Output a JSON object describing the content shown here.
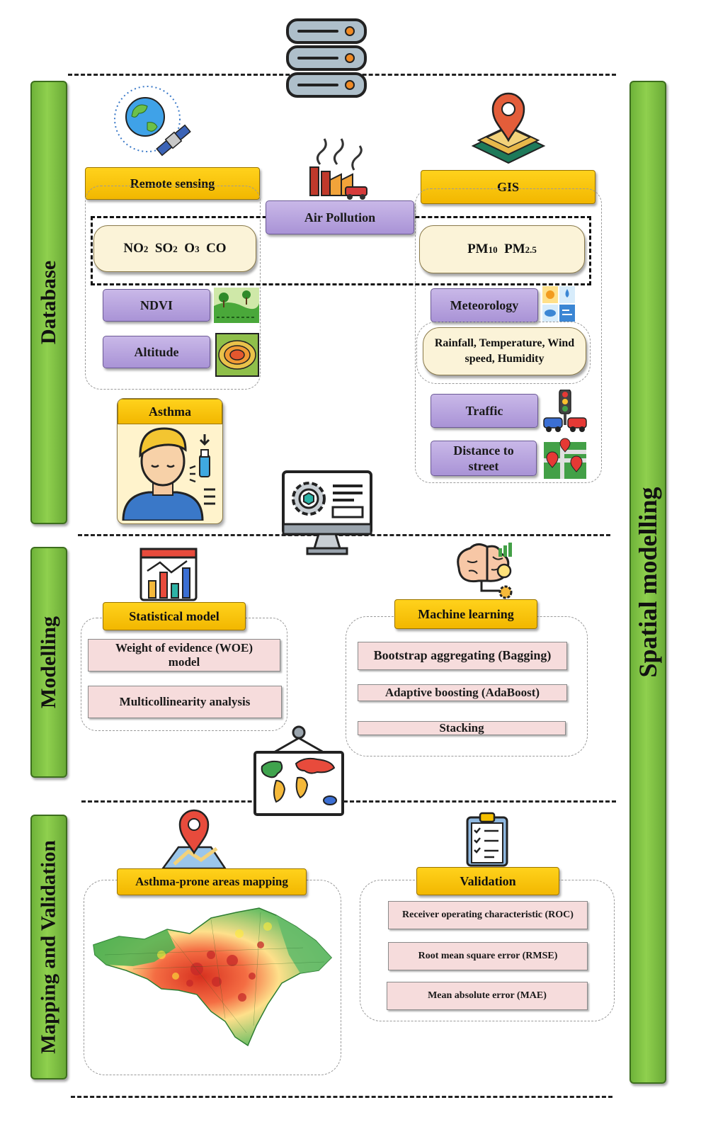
{
  "sections": {
    "database": "Database",
    "modelling": "Modelling",
    "mapping": "Mapping and Validation",
    "spatial": "Spatial modelling"
  },
  "database": {
    "remote_sensing": "Remote sensing",
    "gis": "GIS",
    "air_pollution": "Air Pollution",
    "rs_pollutants": [
      "NO",
      "2",
      "SO",
      "2",
      "O",
      "3",
      "CO"
    ],
    "gis_pollutants": [
      "PM",
      "10",
      "PM",
      "2.5"
    ],
    "ndvi": "NDVI",
    "altitude": "Altitude",
    "asthma": "Asthma",
    "meteorology": "Meteorology",
    "met_vars": "Rainfall, Temperature, Wind speed, Humidity",
    "traffic": "Traffic",
    "distance": "Distance to street"
  },
  "modelling": {
    "statistical": "Statistical model",
    "woe": "Weight of evidence (WOE) model",
    "multicollinearity": "Multicollinearity analysis",
    "ml": "Machine learning",
    "bagging": "Bootstrap aggregating (Bagging)",
    "adaboost": "Adaptive boosting (AdaBoost)",
    "stacking": "Stacking"
  },
  "mapping": {
    "title": "Asthma-prone areas mapping",
    "validation": "Validation",
    "roc": "Receiver operating characteristic (ROC)",
    "rmse": "Root mean square error (RMSE)",
    "mae": "Mean absolute error (MAE)"
  },
  "colors": {
    "section_green": "#7cc142",
    "header_yellow": "#f5c000",
    "item_purple": "#b3a0dd",
    "item_pink": "#f6dcdc",
    "pollutant_cream": "#fbf3d8"
  }
}
